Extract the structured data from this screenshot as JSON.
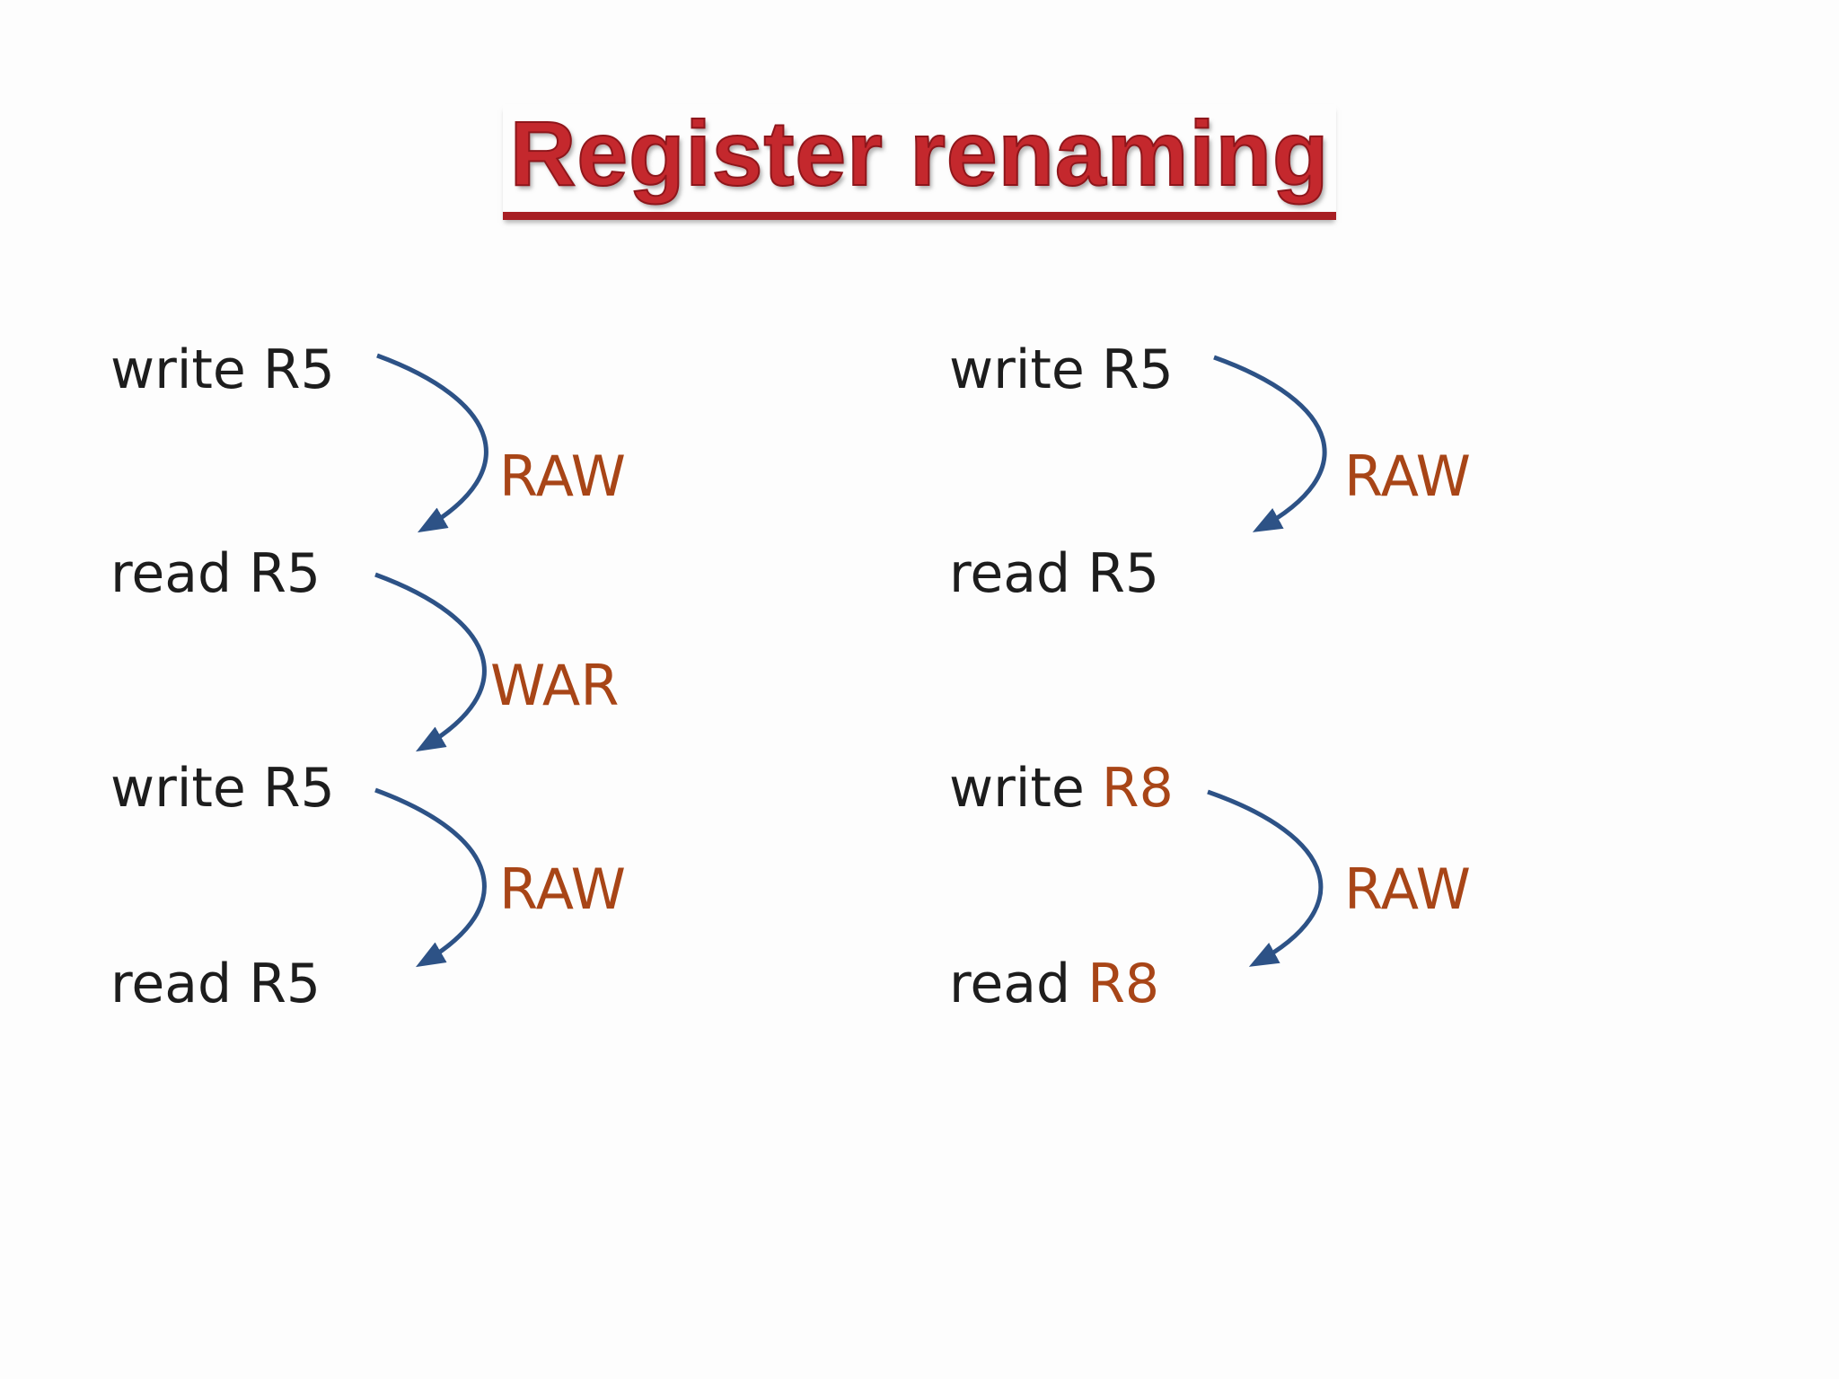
{
  "slide": {
    "title": "Register renaming",
    "colors": {
      "background": "#fdfdfd",
      "title_red": "#c4282d",
      "underline_red": "#a81f24",
      "body_text": "#1d1d1d",
      "hazard_label": "#a84517",
      "arrow_blue": "#2d5286"
    },
    "left_column": {
      "rows": [
        {
          "segments": [
            {
              "text": "write R5"
            }
          ]
        },
        {
          "segments": [
            {
              "text": "read R5"
            }
          ]
        },
        {
          "segments": [
            {
              "text": "write R5"
            }
          ]
        },
        {
          "segments": [
            {
              "text": "read R5"
            }
          ]
        }
      ],
      "labels": [
        "RAW",
        "WAR",
        "RAW"
      ]
    },
    "right_column": {
      "rows": [
        {
          "segments": [
            {
              "text": "write R5"
            }
          ]
        },
        {
          "segments": [
            {
              "text": "read R5"
            }
          ]
        },
        {
          "segments": [
            {
              "text": "write "
            },
            {
              "text": "R8"
            }
          ]
        },
        {
          "segments": [
            {
              "text": "read "
            },
            {
              "text": "R8"
            }
          ]
        }
      ],
      "labels": [
        "RAW",
        "RAW"
      ]
    }
  }
}
